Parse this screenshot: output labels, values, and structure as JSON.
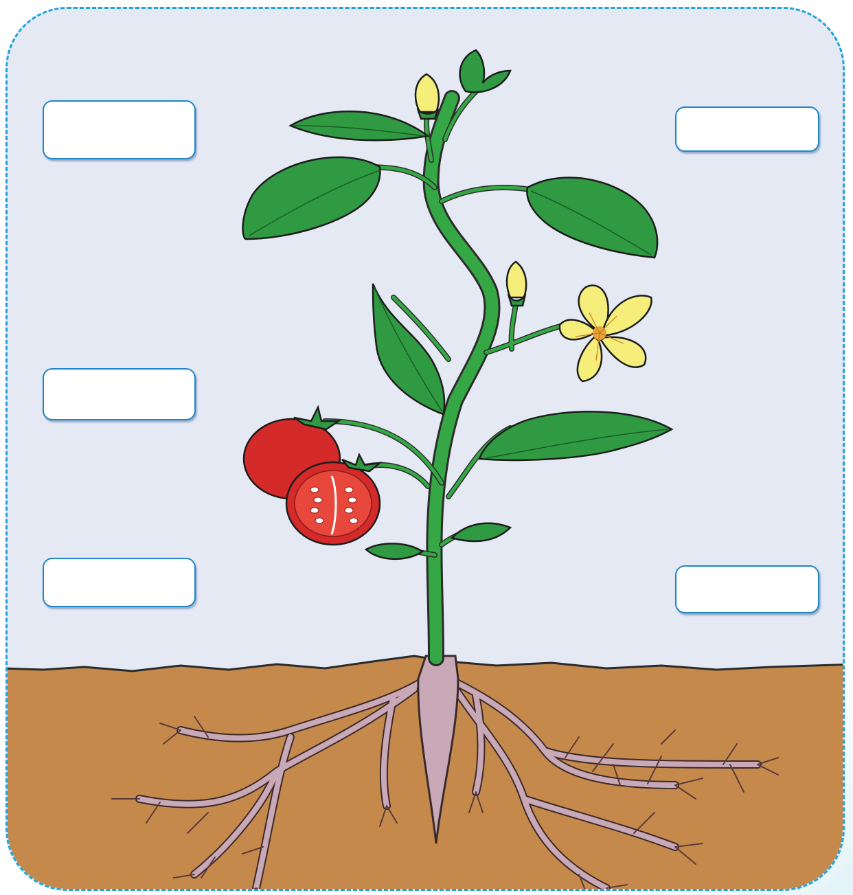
{
  "worksheet": {
    "label_boxes": [
      {
        "id": "left-top",
        "value": ""
      },
      {
        "id": "left-middle",
        "value": ""
      },
      {
        "id": "left-bottom",
        "value": ""
      },
      {
        "id": "right-top",
        "value": ""
      },
      {
        "id": "right-bottom",
        "value": ""
      }
    ]
  },
  "colors": {
    "frame_dash": "#1fa3dd",
    "sky": "#e4e9f4",
    "soil": "#c58a4b",
    "stem": "#35a845",
    "leaf": "#2f9a42",
    "flower": "#f6ee7a",
    "tomato": "#d42a2a",
    "root": "#c9a9b8",
    "box_border": "#1f86c8"
  }
}
